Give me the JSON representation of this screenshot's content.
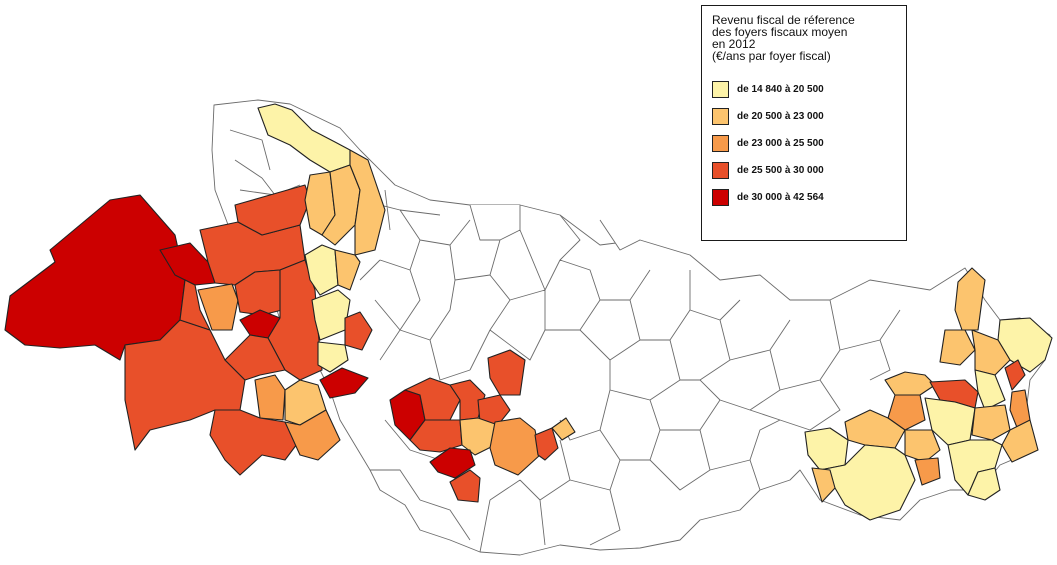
{
  "legend": {
    "title": "Revenu fiscal de réference\ndes foyers fiscaux moyen\n en 2012\n(€/ans par foyer fiscal)",
    "classes": [
      {
        "label": "de 14 840 à 20 500",
        "min": 14840,
        "max": 20500,
        "color": "#fdf3a8"
      },
      {
        "label": "de 20 500 à 23 000",
        "min": 20500,
        "max": 23000,
        "color": "#fcc46e"
      },
      {
        "label": "de 23 000 à 25 500",
        "min": 23000,
        "max": 25500,
        "color": "#f79a4a"
      },
      {
        "label": "de 25 500 à 30 000",
        "min": 25500,
        "max": 30000,
        "color": "#e8502a"
      },
      {
        "label": "de 30 000 à 42 564",
        "min": 30000,
        "max": 42564,
        "color": "#cc0000"
      }
    ]
  }
}
